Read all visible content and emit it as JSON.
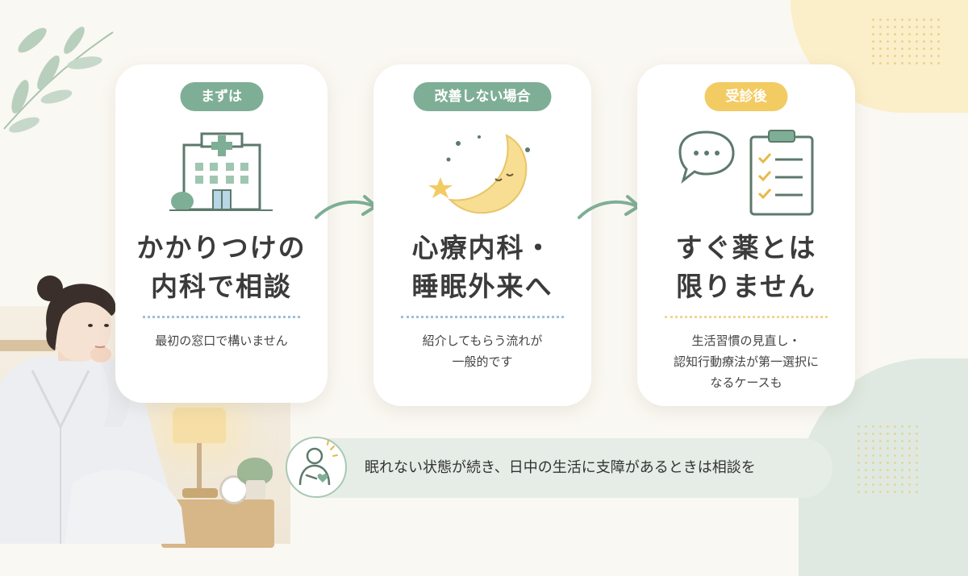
{
  "cards": [
    {
      "tag": "まずは",
      "title_lines": [
        "かかりつけの",
        "内科で相談"
      ],
      "desc_lines": [
        "最初の窓口で構いません"
      ],
      "icon": "hospital-icon",
      "accent": "#7fae96"
    },
    {
      "tag": "改善しない場合",
      "title_lines": [
        "心療内科・",
        "睡眠外来へ"
      ],
      "desc_lines": [
        "紹介してもらう流れが",
        "一般的です"
      ],
      "icon": "moon-icon",
      "accent": "#7fae96"
    },
    {
      "tag": "受診後",
      "title_lines": [
        "すぐ薬とは",
        "限りません"
      ],
      "desc_lines": [
        "生活習慣の見直し・",
        "認知行動療法が第一選択に",
        "なるケースも"
      ],
      "icon": "clipboard-icon",
      "accent": "#f3cb63"
    }
  ],
  "banner": {
    "text": "眠れない状態が続き、日中の生活に支障があるときは相談を",
    "icon": "person-heart-icon"
  },
  "colors": {
    "background": "#faf8f2",
    "green": "#7fae96",
    "yellow": "#f3cb63",
    "banner": "#e5ede6"
  }
}
